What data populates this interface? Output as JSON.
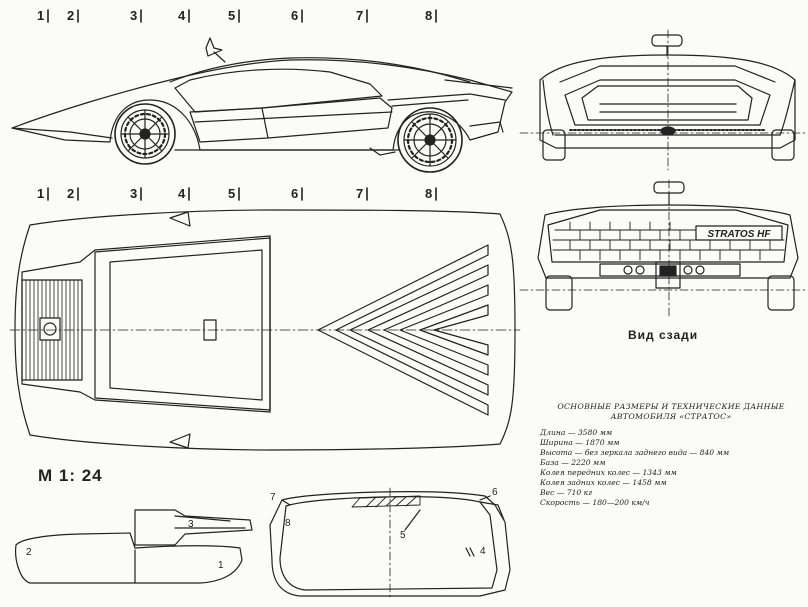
{
  "section_numbers_top": [
    "1",
    "2",
    "3",
    "4",
    "5",
    "6",
    "7",
    "8"
  ],
  "section_numbers_mid": [
    "1",
    "2",
    "3",
    "4",
    "5",
    "6",
    "7",
    "8"
  ],
  "scale": "М 1: 24",
  "rear_view_label": "Вид сзади",
  "badge_text": "STRATOS HF",
  "specs": {
    "title_line1": "ОСНОВНЫЕ РАЗМЕРЫ И ТЕХНИЧЕСКИЕ ДАННЫЕ",
    "title_line2": "АВТОМОБИЛЯ «СТРАТОС»",
    "rows": [
      "Длина — 3580 мм",
      "Ширина — 1870 мм",
      "Высота — без зеркала заднего вида — 840 мм",
      "База — 2220 мм",
      "Колея передних колес — 1343 мм",
      "Колея задних колес — 1458 мм",
      "Вес — 710 кг",
      "Скорость — 180—200 км/ч"
    ]
  },
  "part_numbers": {
    "p1": "1",
    "p2": "2",
    "p3": "3",
    "p4": "4",
    "p5": "5",
    "p6": "6",
    "p7": "7",
    "p8": "8"
  }
}
